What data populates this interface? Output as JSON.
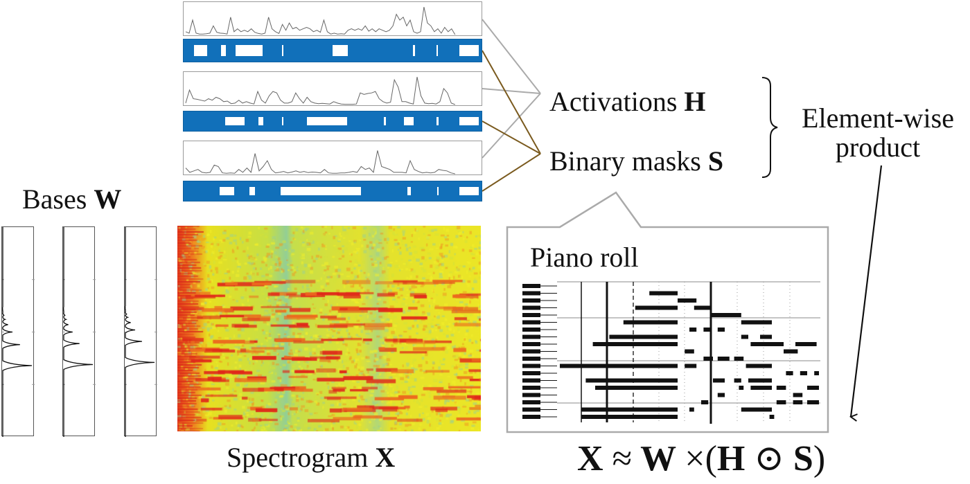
{
  "labels": {
    "bases": {
      "text": "Bases ",
      "symbol": "W"
    },
    "spectrogram": {
      "text": "Spectrogram ",
      "symbol": "X"
    },
    "activations": {
      "text": "Activations ",
      "symbol": "H"
    },
    "masks": {
      "text": "Binary masks ",
      "symbol": "S"
    },
    "elementwise_line1": "Element-wise",
    "elementwise_line2": "product",
    "piano_roll": "Piano roll"
  },
  "formula": {
    "lhs": "X",
    "approx": "≈",
    "w": "W",
    "times": "×",
    "open": "(",
    "h": "H",
    "odot": "⊙",
    "s": "S",
    "close": ")"
  },
  "colors": {
    "mask_blue": "#1170ba",
    "activation_connector": "#aaaaaa",
    "mask_connector": "#7a5a1e",
    "callout_border": "#aaaaaa"
  },
  "activations": [
    {
      "name": "activation-1",
      "values": [
        0.1,
        0.05,
        0.5,
        0.05,
        0.02,
        0.02,
        0.03,
        0.05,
        0.3,
        0.08,
        0.05,
        0.04,
        0.02,
        0.6,
        0.1,
        0.2,
        0.1,
        0.15,
        0.1,
        0.2,
        0.08,
        0.04,
        0.02,
        0.05,
        0.6,
        0.2,
        0.1,
        0.04,
        0.35,
        0.15,
        0.4,
        0.2,
        0.25,
        0.15,
        0.2,
        0.25,
        0.2,
        0.1,
        0.15,
        0.08,
        0.5,
        0.1,
        0.02,
        0.05,
        0.02,
        0.03,
        0.02,
        0.15,
        0.2,
        0.15,
        0.2,
        0.15,
        0.3,
        0.12,
        0.2,
        0.1,
        0.2,
        0.15,
        0.1,
        0.15,
        0.3,
        0.7,
        0.5,
        0.6,
        0.3,
        0.5,
        0.1,
        0.05,
        0.1,
        0.95,
        0.4,
        0.3,
        0.1,
        0.2,
        0.05,
        0.25,
        0.1,
        0.2,
        0.0
      ]
    },
    {
      "name": "activation-2",
      "values": [
        0.05,
        0.5,
        0.2,
        0.18,
        0.15,
        0.12,
        0.2,
        0.15,
        0.25,
        0.2,
        0.1,
        0.12,
        0.03,
        0.05,
        0.15,
        0.05,
        0.1,
        0.05,
        0.02,
        0.45,
        0.15,
        0.05,
        0.3,
        0.45,
        0.4,
        0.15,
        0.05,
        0.05,
        0.1,
        0.4,
        0.2,
        0.05,
        0.25,
        0.1,
        0.05,
        0.03,
        0.04,
        0.03,
        0.02,
        0.1,
        0.05,
        0.02,
        0.01,
        0.01,
        0.01,
        0.02,
        0.4,
        0.35,
        0.38,
        0.4,
        0.45,
        0.2,
        0.1,
        0.05,
        0.08,
        0.85,
        0.6,
        0.1,
        0.1,
        0.05,
        0.02,
        0.95,
        0.3,
        0.05,
        0.03,
        0.04,
        0.02,
        0.1,
        0.55,
        0.4,
        0.05,
        0.0
      ]
    },
    {
      "name": "activation-3",
      "values": [
        0.2,
        0.05,
        0.1,
        0.15,
        0.05,
        0.03,
        0.05,
        0.3,
        0.25,
        0.03,
        0.02,
        0.03,
        0.02,
        0.15,
        0.05,
        0.2,
        0.05,
        0.7,
        0.1,
        0.25,
        0.45,
        0.15,
        0.03,
        0.05,
        0.08,
        0.03,
        0.06,
        0.1,
        0.05,
        0.08,
        0.04,
        0.06,
        0.05,
        0.03,
        0.15,
        0.03,
        0.02,
        0.02,
        0.03,
        0.03,
        0.05,
        0.08,
        0.05,
        0.25,
        0.15,
        0.2,
        0.05,
        0.8,
        0.25,
        0.2,
        0.15,
        0.05,
        0.05,
        0.05,
        0.03,
        0.45,
        0.15,
        0.08,
        0.03,
        0.05,
        0.03,
        0.05,
        0.15,
        0.12,
        0.1,
        0.03,
        0.0
      ]
    }
  ],
  "masks": [
    {
      "name": "mask-1",
      "on_segments": [
        [
          0.035,
          0.08
        ],
        [
          0.125,
          0.142
        ],
        [
          0.175,
          0.265
        ],
        [
          0.33,
          0.333
        ],
        [
          0.5,
          0.55
        ],
        [
          0.77,
          0.775
        ],
        [
          0.848,
          0.853
        ],
        [
          0.925,
          0.99
        ]
      ]
    },
    {
      "name": "mask-2",
      "on_segments": [
        [
          0.14,
          0.205
        ],
        [
          0.25,
          0.267
        ],
        [
          0.33,
          0.333
        ],
        [
          0.415,
          0.55
        ],
        [
          0.672,
          0.676
        ],
        [
          0.74,
          0.772
        ],
        [
          0.848,
          0.855
        ],
        [
          0.925,
          0.99
        ]
      ]
    },
    {
      "name": "mask-3",
      "on_segments": [
        [
          0.12,
          0.17
        ],
        [
          0.22,
          0.24
        ],
        [
          0.325,
          0.595
        ],
        [
          0.75,
          0.763
        ],
        [
          0.85,
          0.855
        ],
        [
          0.925,
          0.99
        ]
      ]
    }
  ],
  "bases": [
    {
      "name": "basis-1",
      "peaks": [
        [
          0.66,
          1.0
        ],
        [
          0.56,
          0.6
        ],
        [
          0.5,
          0.35
        ],
        [
          0.465,
          0.2
        ],
        [
          0.44,
          0.1
        ],
        [
          0.42,
          0.06
        ],
        [
          0.405,
          0.03
        ],
        [
          0.39,
          0.02
        ]
      ]
    },
    {
      "name": "basis-2",
      "peaks": [
        [
          0.655,
          1.0
        ],
        [
          0.555,
          0.55
        ],
        [
          0.5,
          0.32
        ],
        [
          0.465,
          0.18
        ],
        [
          0.44,
          0.1
        ],
        [
          0.42,
          0.06
        ],
        [
          0.405,
          0.03
        ],
        [
          0.39,
          0.02
        ]
      ]
    },
    {
      "name": "basis-3",
      "peaks": [
        [
          0.645,
          1.0
        ],
        [
          0.545,
          0.58
        ],
        [
          0.49,
          0.35
        ],
        [
          0.455,
          0.2
        ],
        [
          0.43,
          0.1
        ],
        [
          0.415,
          0.06
        ],
        [
          0.4,
          0.03
        ],
        [
          0.385,
          0.02
        ]
      ]
    }
  ],
  "piano_roll_notes": [
    [
      1,
      0.38,
      0.5
    ],
    [
      2,
      0.5,
      0.58
    ],
    [
      3,
      0.32,
      0.5
    ],
    [
      3,
      0.57,
      0.64
    ],
    [
      4,
      0.64,
      0.77
    ],
    [
      5,
      0.27,
      0.5
    ],
    [
      5,
      0.77,
      0.9
    ],
    [
      6,
      0.55,
      0.58
    ],
    [
      6,
      0.61,
      0.64
    ],
    [
      6,
      0.67,
      0.7
    ],
    [
      7,
      0.21,
      0.5
    ],
    [
      7,
      0.77,
      0.8
    ],
    [
      7,
      0.85,
      0.9
    ],
    [
      8,
      0.14,
      0.5
    ],
    [
      8,
      0.81,
      0.95
    ],
    [
      8,
      1.0,
      1.09
    ],
    [
      9,
      0.53,
      0.57
    ],
    [
      9,
      0.95,
      1.01
    ],
    [
      10,
      0.61,
      0.65
    ],
    [
      10,
      0.67,
      0.72
    ],
    [
      10,
      0.74,
      0.78
    ],
    [
      11,
      0.0,
      0.5
    ],
    [
      11,
      0.53,
      0.58
    ],
    [
      11,
      0.79,
      0.9
    ],
    [
      12,
      0.96,
      0.99
    ],
    [
      12,
      1.02,
      1.05
    ],
    [
      12,
      1.08,
      1.1
    ],
    [
      13,
      0.11,
      0.5
    ],
    [
      13,
      0.65,
      0.7
    ],
    [
      13,
      0.74,
      0.77
    ],
    [
      13,
      0.8,
      0.9
    ],
    [
      14,
      0.15,
      0.5
    ],
    [
      14,
      0.76,
      0.78
    ],
    [
      14,
      0.81,
      0.9
    ],
    [
      14,
      0.92,
      0.96
    ],
    [
      14,
      1.05,
      1.1
    ],
    [
      15,
      0.67,
      0.7
    ],
    [
      15,
      0.99,
      1.03
    ],
    [
      16,
      0.6,
      0.63
    ],
    [
      16,
      0.92,
      0.96
    ],
    [
      16,
      0.99,
      1.03
    ],
    [
      16,
      1.05,
      1.1
    ],
    [
      17,
      0.09,
      0.5
    ],
    [
      17,
      0.55,
      0.57
    ],
    [
      17,
      0.77,
      0.9
    ],
    [
      18,
      0.09,
      0.5
    ],
    [
      18,
      0.89,
      0.91
    ]
  ]
}
